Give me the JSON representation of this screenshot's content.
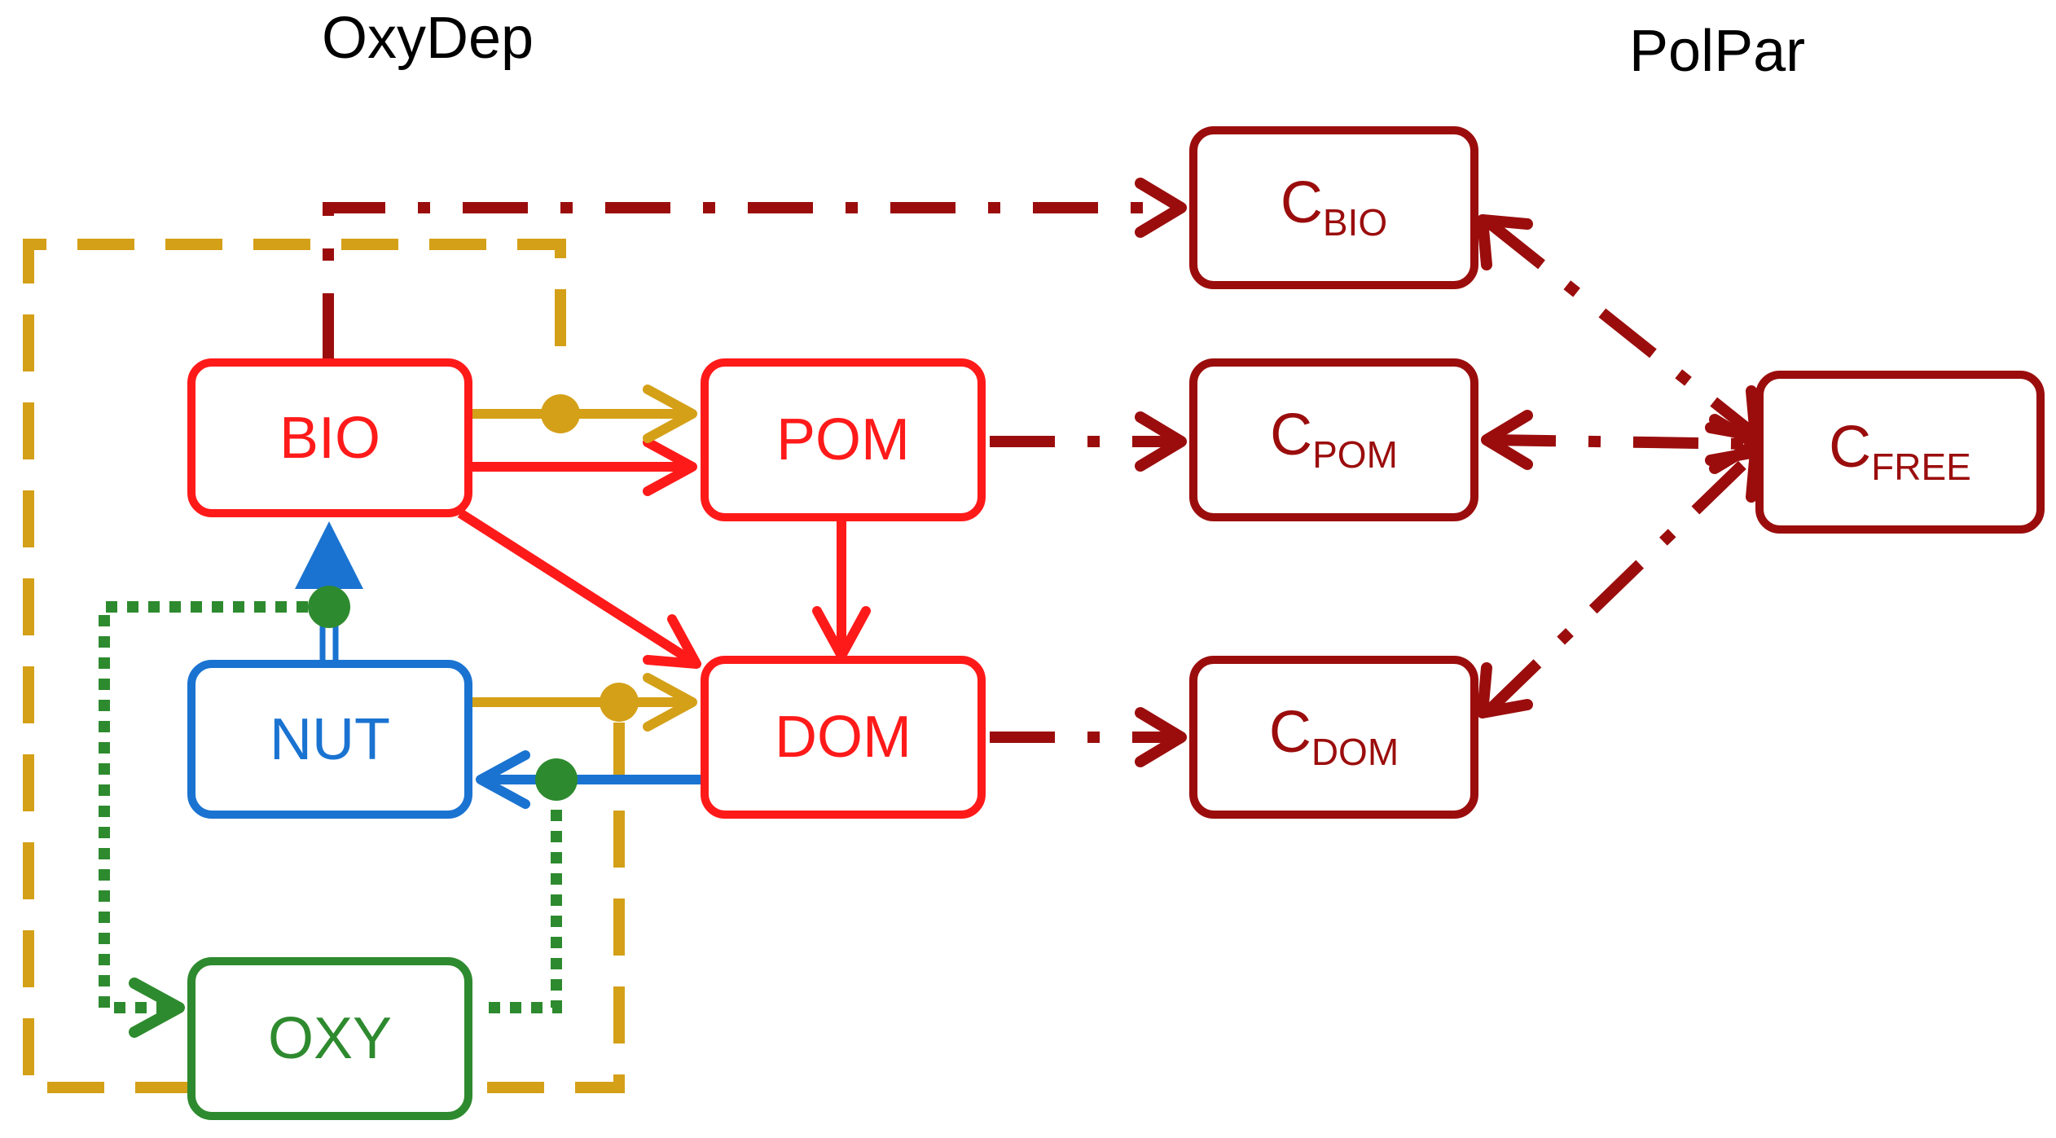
{
  "titles": {
    "left": "OxyDep",
    "right": "PolPar"
  },
  "nodes": {
    "bio": "BIO",
    "pom": "POM",
    "dom": "DOM",
    "nut": "NUT",
    "oxy": "OXY",
    "c_bio": {
      "main": "C",
      "sub": "BIO"
    },
    "c_pom": {
      "main": "C",
      "sub": "POM"
    },
    "c_dom": {
      "main": "C",
      "sub": "DOM"
    },
    "c_free": {
      "main": "C",
      "sub": "FREE"
    }
  },
  "colors": {
    "bio_family": "#ff1a1a",
    "nut": "#1a73d1",
    "oxy": "#2e8a2e",
    "oxygen_control": "#d4a017",
    "polpar": "#9b0d0d"
  }
}
